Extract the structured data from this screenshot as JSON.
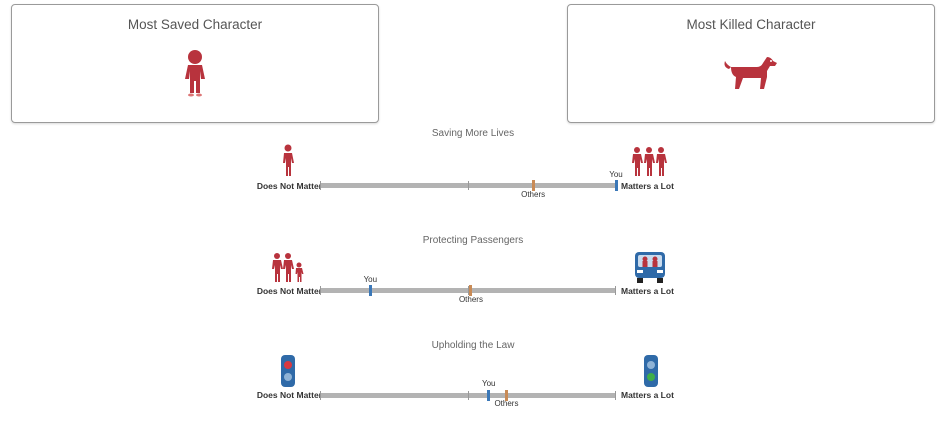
{
  "cards": {
    "saved": {
      "title": "Most Saved Character",
      "icon": "red-person-icon"
    },
    "killed": {
      "title": "Most Killed Character",
      "icon": "red-dog-icon"
    }
  },
  "scales": [
    {
      "title": "Saving More Lives",
      "left_label": "Does Not Matter",
      "right_label": "Matters a Lot",
      "left_icon": "single-person-icon",
      "right_icon": "group-of-people-icon",
      "you_label": "You",
      "others_label": "Others",
      "you_value": 1.0,
      "others_value": 0.72
    },
    {
      "title": "Protecting Passengers",
      "left_label": "Does Not Matter",
      "right_label": "Matters a Lot",
      "left_icon": "pedestrians-icon",
      "right_icon": "car-passengers-icon",
      "you_label": "You",
      "others_label": "Others",
      "you_value": 0.17,
      "others_value": 0.51
    },
    {
      "title": "Upholding the Law",
      "left_label": "Does Not Matter",
      "right_label": "Matters a Lot",
      "left_icon": "red-traffic-light-icon",
      "right_icon": "green-traffic-light-icon",
      "you_label": "You",
      "others_label": "Others",
      "you_value": 0.57,
      "others_value": 0.63
    }
  ],
  "colors": {
    "character_red": "#b8333d",
    "you_marker": "#3b78b8",
    "others_marker": "#c98b56",
    "track": "#b3b3b3",
    "traffic_light_blue": "#2f6aa8"
  }
}
